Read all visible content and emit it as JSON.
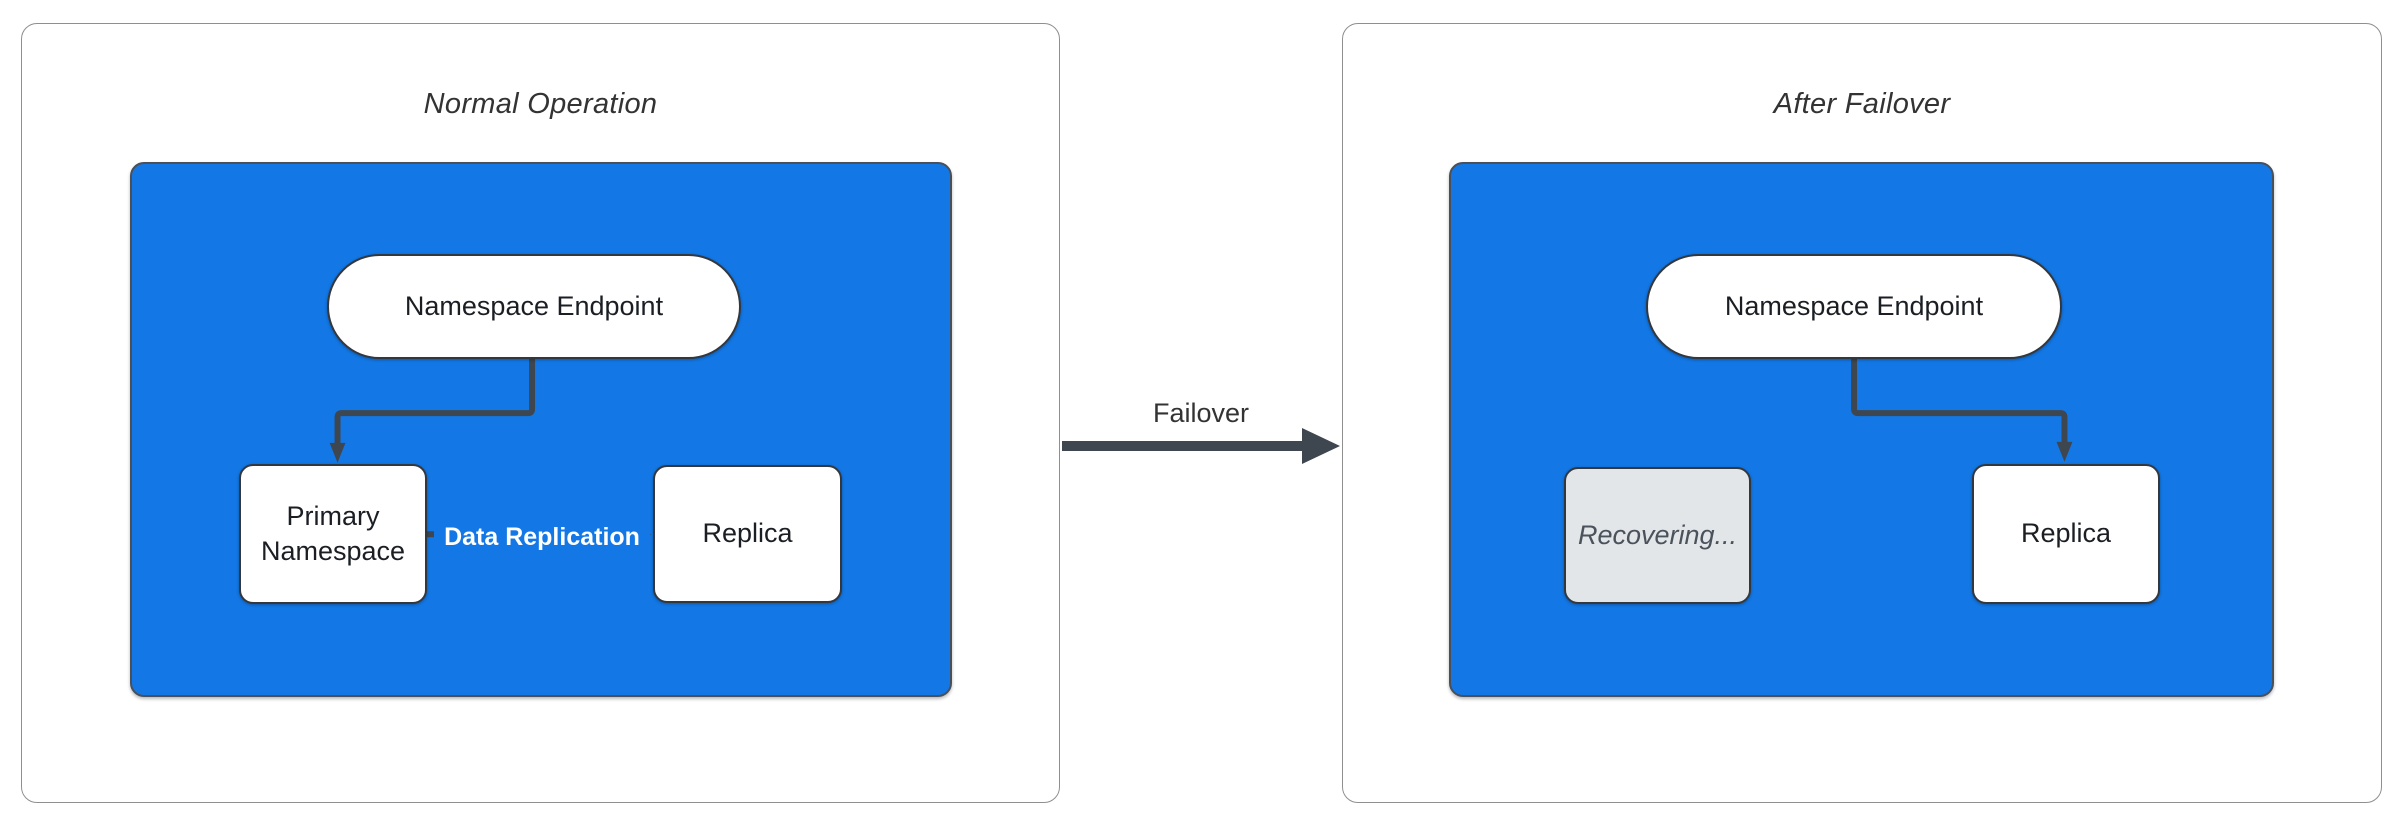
{
  "colors": {
    "canvas_bg": "#ffffff",
    "panel_border": "#8f8f8f",
    "accent_blue": "#1378e6",
    "cluster_border": "#49505a",
    "arrow_dark": "#3e4650",
    "node_border": "#33383f",
    "node_bg": "#ffffff",
    "node_text": "#1b1f24",
    "title_text": "#333333",
    "recovering_bg": "#e3e6e9",
    "recovering_text": "#4a525c",
    "replication_label_text": "#ffffff"
  },
  "panels": {
    "normal": {
      "title": "Normal Operation",
      "endpoint_label": "Namespace Endpoint",
      "primary_label": "Primary Namespace",
      "replica_label": "Replica",
      "replication_label": "Data Replication"
    },
    "failover": {
      "title": "After Failover",
      "endpoint_label": "Namespace Endpoint",
      "recovering_label": "Recovering...",
      "replica_label": "Replica"
    },
    "transition_label": "Failover"
  }
}
